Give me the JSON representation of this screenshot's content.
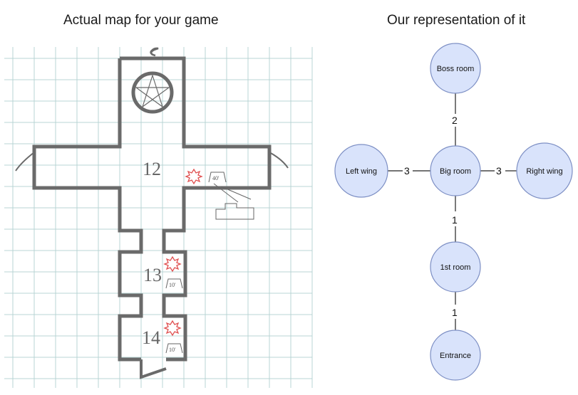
{
  "titles": {
    "left": "Actual map for your game",
    "right": "Our representation of it"
  },
  "map": {
    "room_labels": [
      "12",
      "13",
      "14"
    ],
    "trap_labels": [
      "40'",
      "10'",
      "10'"
    ],
    "icons": [
      "pentagram-icon",
      "trap-burst-icon"
    ]
  },
  "graph": {
    "nodes": {
      "boss": "Boss room",
      "big": "Big room",
      "left": "Left wing",
      "right": "Right wing",
      "first": "1st room",
      "entrance": "Entrance"
    },
    "edges": {
      "boss_big": "2",
      "left_big": "3",
      "big_right": "3",
      "big_first": "1",
      "first_entrance": "1"
    }
  },
  "colors": {
    "node_fill": "#d9e3fb",
    "node_stroke": "#7d8fc4",
    "wall": "#6a6a6a",
    "grid": "#b8d4d4",
    "trap": "#e05050"
  }
}
